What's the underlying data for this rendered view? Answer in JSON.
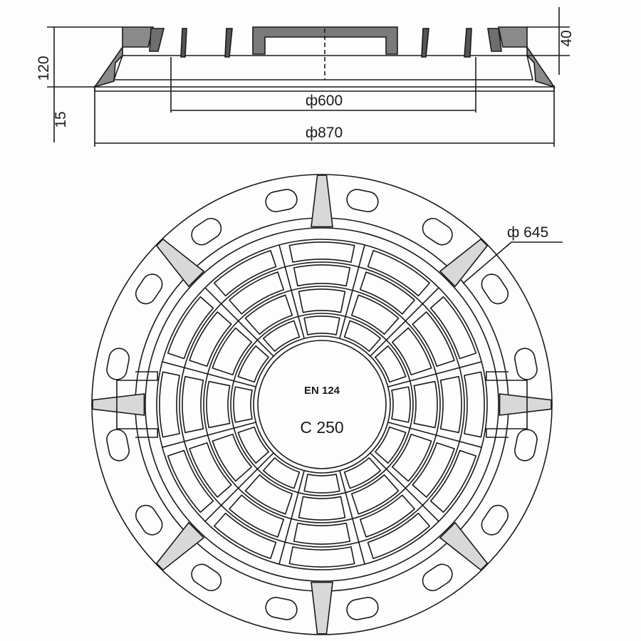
{
  "section_view": {
    "dim_height_total": "120",
    "dim_cover_depth": "40",
    "dim_flange": "15",
    "dim_clear_opening": "ф600",
    "dim_outer_flange": "ф870"
  },
  "plan_view": {
    "dim_cover_diameter": "ф 645",
    "standard": "EN 124",
    "load_class": "C 250"
  }
}
